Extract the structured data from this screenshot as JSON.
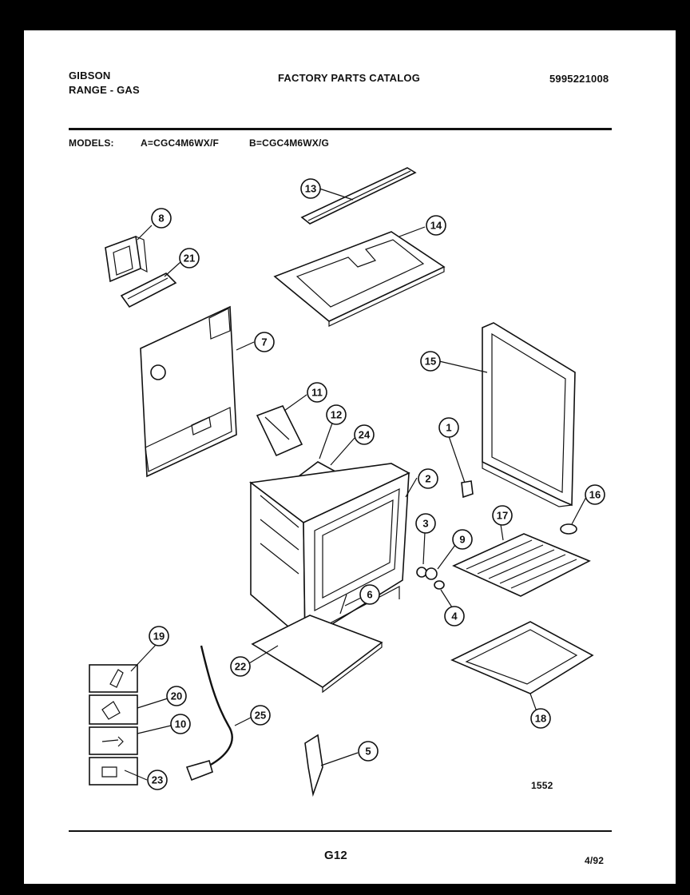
{
  "header": {
    "brand": "GIBSON",
    "product": "RANGE - GAS",
    "catalog_title": "FACTORY PARTS CATALOG",
    "catalog_number": "5995221008",
    "models_label": "MODELS:",
    "model_a": "A=CGC4M6WX/F",
    "model_b": "B=CGC4M6WX/G"
  },
  "callouts": [
    {
      "id": "13",
      "label": "13"
    },
    {
      "id": "14",
      "label": "14"
    },
    {
      "id": "8",
      "label": "8"
    },
    {
      "id": "21",
      "label": "21"
    },
    {
      "id": "7",
      "label": "7"
    },
    {
      "id": "15",
      "label": "15"
    },
    {
      "id": "11",
      "label": "11"
    },
    {
      "id": "12",
      "label": "12"
    },
    {
      "id": "24",
      "label": "24"
    },
    {
      "id": "1",
      "label": "1"
    },
    {
      "id": "2",
      "label": "2"
    },
    {
      "id": "16",
      "label": "16"
    },
    {
      "id": "17",
      "label": "17"
    },
    {
      "id": "3",
      "label": "3"
    },
    {
      "id": "9",
      "label": "9"
    },
    {
      "id": "4",
      "label": "4"
    },
    {
      "id": "6",
      "label": "6"
    },
    {
      "id": "19",
      "label": "19"
    },
    {
      "id": "22",
      "label": "22"
    },
    {
      "id": "20",
      "label": "20"
    },
    {
      "id": "10",
      "label": "10"
    },
    {
      "id": "25",
      "label": "25"
    },
    {
      "id": "5",
      "label": "5"
    },
    {
      "id": "23",
      "label": "23"
    },
    {
      "id": "18",
      "label": "18"
    }
  ],
  "figure_number": "1552",
  "footer": {
    "page_code": "G12",
    "date": "4/92"
  }
}
